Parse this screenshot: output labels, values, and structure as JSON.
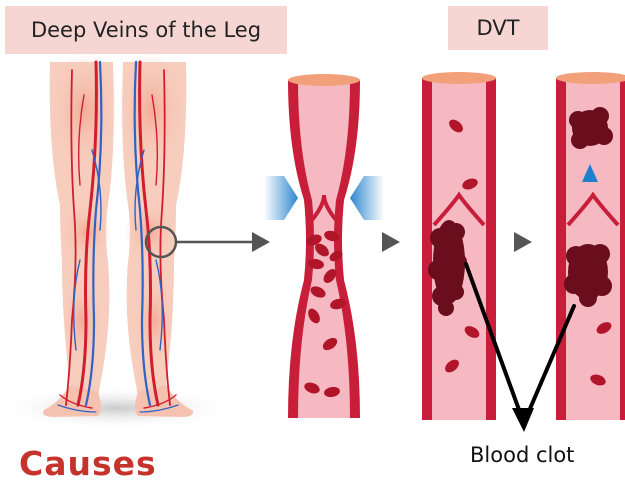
{
  "header": {
    "title": "Deep Veins of the Leg",
    "dvt_label": "DVT"
  },
  "annotations": {
    "blood_clot": "Blood clot",
    "causes": "Causes"
  },
  "colors": {
    "label_bg": "#f5d6d3",
    "vein_wall": "#c81e3a",
    "vein_lumen": "#f6b9c2",
    "blood_cell": "#b0152a",
    "clot": "#6a0e1e",
    "compression_arrow": "#3a8fd0",
    "causes_text": "#c6332c",
    "arrow": "#555555"
  },
  "icons": [
    "compression-arrow-icon",
    "flow-arrow-icon",
    "next-step-icon",
    "magnifier-ring-icon"
  ]
}
